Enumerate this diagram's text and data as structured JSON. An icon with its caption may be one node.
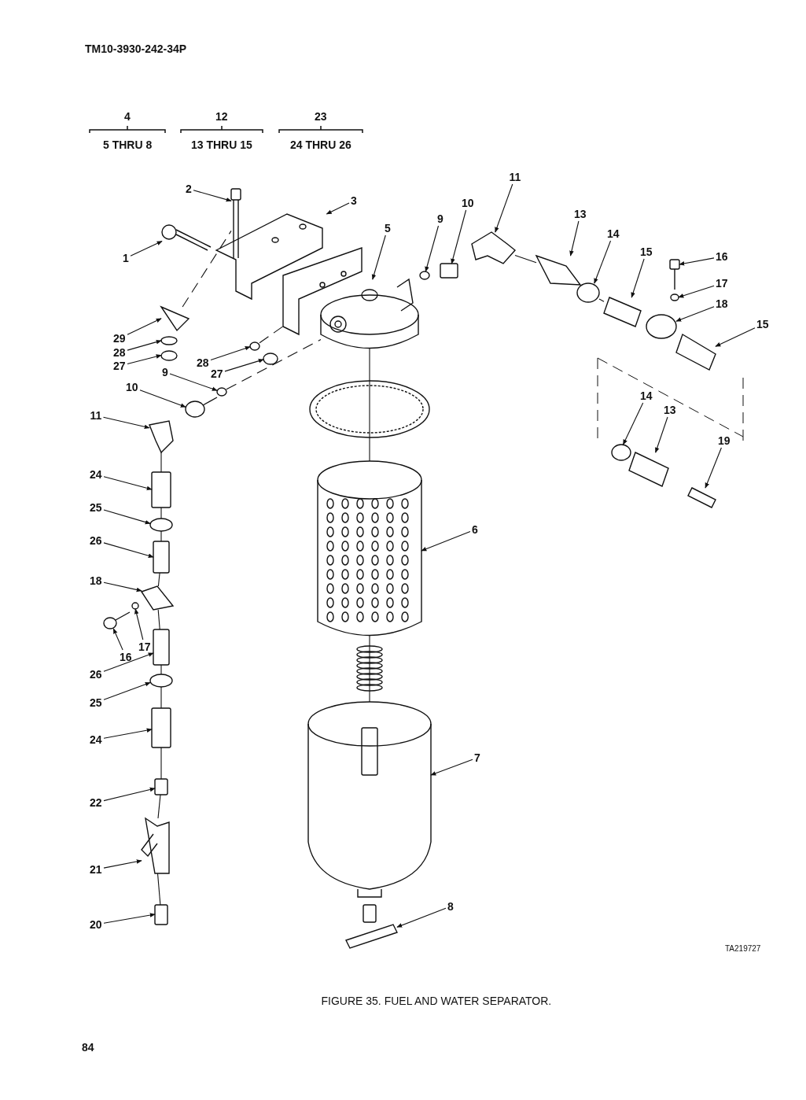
{
  "diagram": {
    "caption": "FIGURE 35. FUEL AND WATER SEPARATOR.",
    "nodes": [
      {
        "text": [
          "11"
        ]
      },
      {
        "text": [
          "2"
        ]
      },
      {
        "text": [
          "3"
        ]
      },
      {
        "text": [
          "10"
        ]
      },
      {
        "text": [
          "13"
        ]
      },
      {
        "text": [
          "9"
        ]
      },
      {
        "text": [
          "5"
        ]
      },
      {
        "text": [
          "14"
        ]
      },
      {
        "text": [
          "15"
        ]
      },
      {
        "text": [
          "16"
        ]
      },
      {
        "text": [
          "1"
        ]
      },
      {
        "text": [
          "17"
        ]
      },
      {
        "text": [
          "18"
        ]
      },
      {
        "text": [
          "15"
        ]
      },
      {
        "text": [
          "29"
        ]
      },
      {
        "text": [
          "28"
        ]
      },
      {
        "text": [
          "28"
        ]
      },
      {
        "text": [
          "27"
        ]
      },
      {
        "text": [
          "27"
        ]
      },
      {
        "text": [
          "9"
        ]
      },
      {
        "text": [
          "10"
        ]
      },
      {
        "text": [
          "14"
        ]
      },
      {
        "text": [
          "13"
        ]
      },
      {
        "text": [
          "11"
        ]
      },
      {
        "text": [
          "19"
        ]
      },
      {
        "text": [
          "24"
        ]
      },
      {
        "text": [
          "25"
        ]
      },
      {
        "text": [
          "6"
        ]
      },
      {
        "text": [
          "26"
        ]
      },
      {
        "text": [
          "18"
        ]
      },
      {
        "text": [
          "17"
        ]
      },
      {
        "text": [
          "16"
        ]
      },
      {
        "text": [
          "26"
        ]
      },
      {
        "text": [
          "25"
        ]
      },
      {
        "text": [
          "24"
        ]
      },
      {
        "text": [
          "7"
        ]
      },
      {
        "text": [
          "22"
        ]
      },
      {
        "text": [
          "21"
        ]
      },
      {
        "text": [
          "8"
        ]
      },
      {
        "text": [
          "20"
        ]
      },
      {
        "text": [],
        "shape": "picture"
      },
      {
        "text": [],
        "shape": "picture"
      },
      {
        "text": [],
        "shape": "picture"
      },
      {
        "text": [],
        "shape": "box"
      },
      {
        "text": [],
        "shape": "picture"
      },
      {
        "text": [],
        "shape": "circle"
      },
      {
        "text": [],
        "shape": "picture"
      },
      {
        "text": [],
        "shape": "circle"
      },
      {
        "text": [],
        "shape": "picture"
      },
      {
        "text": [],
        "shape": "picture"
      },
      {
        "text": [],
        "shape": "picture"
      },
      {
        "text": [],
        "shape": "circle"
      },
      {
        "text": [],
        "shape": "circle"
      },
      {
        "text": [],
        "shape": "picture"
      },
      {
        "text": [],
        "shape": "picture"
      },
      {
        "text": [],
        "shape": "circle"
      },
      {
        "text": [],
        "shape": "circle"
      },
      {
        "text": [],
        "shape": "circle"
      },
      {
        "text": [],
        "shape": "circle"
      },
      {
        "text": [],
        "shape": "circle"
      },
      {
        "text": [],
        "shape": "picture"
      },
      {
        "text": [],
        "shape": "circle"
      },
      {
        "text": [],
        "shape": "picture"
      },
      {
        "text": [],
        "shape": "picture"
      },
      {
        "text": [],
        "shape": "picture"
      },
      {
        "text": [],
        "shape": "box"
      },
      {
        "text": [],
        "shape": "circle"
      },
      {
        "text": [],
        "shape": "picture"
      },
      {
        "text": [],
        "shape": "box"
      },
      {
        "text": [],
        "shape": "picture"
      },
      {
        "text": [],
        "shape": "circle"
      },
      {
        "text": [],
        "shape": "picture"
      },
      {
        "text": [],
        "shape": "box"
      },
      {
        "text": [],
        "shape": "circle"
      },
      {
        "text": [],
        "shape": "box"
      },
      {
        "text": [],
        "shape": "picture"
      },
      {
        "text": [],
        "shape": "box"
      },
      {
        "text": [],
        "shape": "picture"
      },
      {
        "text": [],
        "shape": "picture"
      },
      {
        "text": [],
        "shape": "box"
      }
    ],
    "edges": [
      {
        "from": 0,
        "to": 40,
        "arrow": "to"
      },
      {
        "from": 1,
        "to": 41,
        "arrow": "to"
      },
      {
        "from": 2,
        "to": 42,
        "arrow": "to"
      },
      {
        "from": 3,
        "to": 43,
        "arrow": "to"
      },
      {
        "from": 4,
        "to": 44,
        "arrow": "to"
      },
      {
        "from": 5,
        "to": 45,
        "arrow": "to"
      },
      {
        "from": 6,
        "to": 46,
        "arrow": "to"
      },
      {
        "from": 7,
        "to": 47,
        "arrow": "to"
      },
      {
        "from": 8,
        "to": 48,
        "arrow": "to"
      },
      {
        "from": 9,
        "to": 49,
        "arrow": "to"
      },
      {
        "from": 10,
        "to": 50,
        "arrow": "to"
      },
      {
        "from": 11,
        "to": 51,
        "arrow": "to"
      },
      {
        "from": 12,
        "to": 52,
        "arrow": "to"
      },
      {
        "from": 13,
        "to": 53,
        "arrow": "to"
      },
      {
        "from": 14,
        "to": 54,
        "arrow": "to"
      },
      {
        "from": 15,
        "to": 55,
        "arrow": "to"
      },
      {
        "from": 16,
        "to": 56,
        "arrow": "to"
      },
      {
        "from": 17,
        "to": 57,
        "arrow": "to"
      },
      {
        "from": 18,
        "to": 58,
        "arrow": "to"
      },
      {
        "from": 19,
        "to": 59,
        "arrow": "to"
      },
      {
        "from": 20,
        "to": 60,
        "arrow": "to"
      },
      {
        "from": 21,
        "to": 61,
        "arrow": "to"
      },
      {
        "from": 22,
        "to": 62,
        "arrow": "to"
      },
      {
        "from": 23,
        "to": 63,
        "arrow": "to"
      },
      {
        "from": 24,
        "to": 64,
        "arrow": "to"
      },
      {
        "from": 25,
        "to": 65,
        "arrow": "to"
      },
      {
        "from": 26,
        "to": 66,
        "arrow": "to"
      },
      {
        "from": 27,
        "to": 67,
        "arrow": "to"
      },
      {
        "from": 28,
        "to": 68,
        "arrow": "to"
      },
      {
        "from": 29,
        "to": 69,
        "arrow": "to"
      },
      {
        "from": 30,
        "to": 70,
        "arrow": "to"
      },
      {
        "from": 31,
        "to": 71,
        "arrow": "to"
      },
      {
        "from": 32,
        "to": 72,
        "arrow": "to"
      },
      {
        "from": 33,
        "to": 73,
        "arrow": "to"
      },
      {
        "from": 34,
        "to": 74,
        "arrow": "to"
      },
      {
        "from": 35,
        "to": 75,
        "arrow": "to"
      },
      {
        "from": 36,
        "to": 76,
        "arrow": "to"
      },
      {
        "from": 37,
        "to": 77,
        "arrow": "to"
      },
      {
        "from": 38,
        "to": 78,
        "arrow": "to"
      },
      {
        "from": 39,
        "to": 79,
        "arrow": "to"
      },
      {
        "from": 63,
        "to": 65,
        "arrow": "none"
      },
      {
        "from": 65,
        "to": 66,
        "arrow": "none"
      },
      {
        "from": 66,
        "to": 68,
        "arrow": "none"
      },
      {
        "from": 68,
        "to": 69,
        "arrow": "none"
      },
      {
        "from": 69,
        "to": 72,
        "arrow": "none"
      },
      {
        "from": 72,
        "to": 73,
        "arrow": "none"
      },
      {
        "from": 73,
        "to": 74,
        "arrow": "none"
      },
      {
        "from": 74,
        "to": 76,
        "arrow": "none"
      },
      {
        "from": 76,
        "to": 77,
        "arrow": "none"
      },
      {
        "from": 77,
        "to": 79,
        "arrow": "none"
      },
      {
        "from": 46,
        "to": 67,
        "arrow": "none"
      },
      {
        "from": 67,
        "to": 75,
        "arrow": "none"
      },
      {
        "from": 40,
        "to": 44,
        "arrow": "none"
      },
      {
        "from": 47,
        "to": 48,
        "arrow": "none"
      },
      {
        "from": 54,
        "to": 41,
        "arrow": "none",
        "style": "dashed"
      },
      {
        "from": 56,
        "to": 42,
        "arrow": "none",
        "style": "dashed"
      },
      {
        "from": 59,
        "to": 46,
        "arrow": "none",
        "style": "dashed"
      }
    ],
    "labels": [
      "TM10-3930-242-34P",
      "4",
      "5 THRU 8",
      "12",
      "13 THRU 15",
      "23",
      "24 THRU 26",
      "TA219727",
      "84"
    ]
  }
}
